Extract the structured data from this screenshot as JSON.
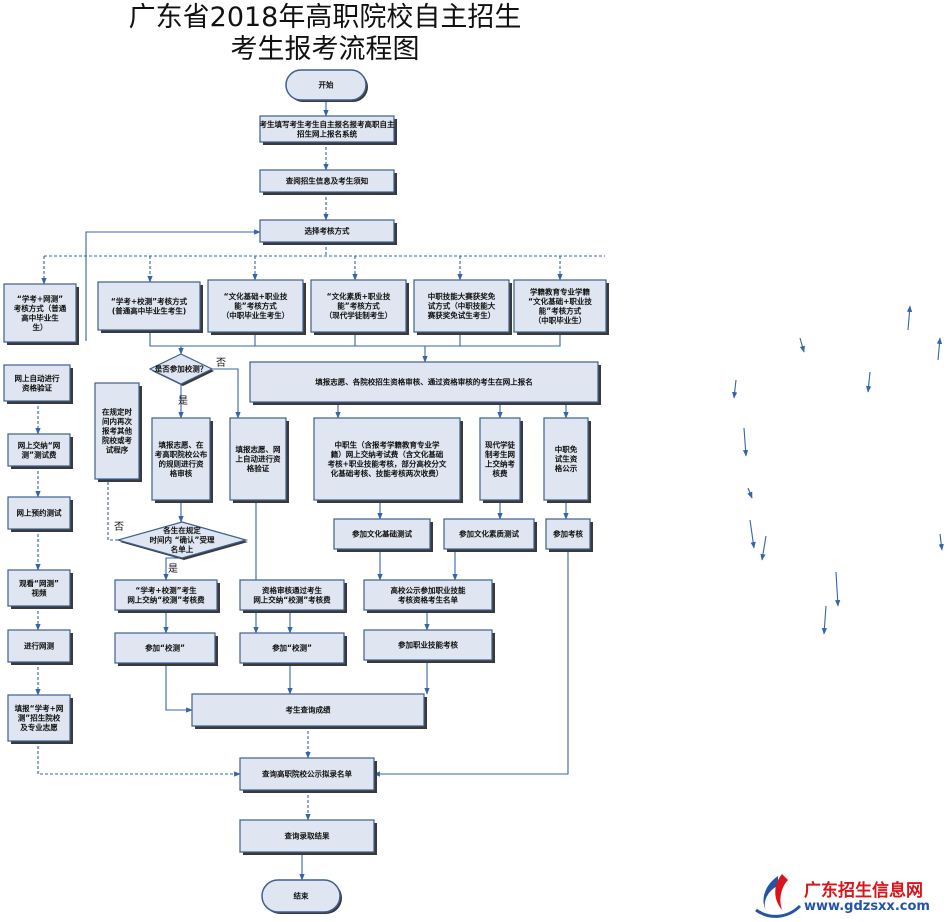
{
  "title": {
    "line1": "广东省2018年高职院校自主招生",
    "line2": "考生报考流程图"
  },
  "nodes": {
    "start": "开始",
    "register": [
      "考生填写考生考生自主报名报考高职自主",
      "招生网上报名系统"
    ],
    "check_info": "查阅招生信息及考生须知",
    "choose_method": "选择考核方式",
    "method_a": [
      "“学考+网测”",
      "考核方式（普通",
      "高中毕业生",
      "生）"
    ],
    "method_b": [
      "“学考+校测”考核方式",
      "(普通高中毕业生考生)"
    ],
    "method_c": [
      "“文化基础+职业技",
      "能”考核方式",
      "（中职毕业生考生）"
    ],
    "method_d": [
      "“文化素质+职业技",
      "能”考核方式",
      "（现代学徒制考生）"
    ],
    "method_e": [
      "中职技能大赛获奖免",
      "试方式（中职技能大",
      "赛获奖免试生考生）"
    ],
    "method_f": [
      "学籍教育专业学籍",
      "“文化基础+职业技",
      "能”考核方式",
      "（中职毕业生）"
    ],
    "a_review": [
      "网上自动进行",
      "资格验证"
    ],
    "a_apply": [
      "网上交纳“网",
      "测”测试费"
    ],
    "a_pretest": "网上预约测试",
    "a_watch": [
      "观看“网测”",
      "视频"
    ],
    "a_do": "进行网测",
    "a_fill": [
      "填报“学考+网",
      "测”招生院校",
      "及专业志愿"
    ],
    "b_verify": [
      "在规定时",
      "间内再次",
      "报考其他",
      "院校或考",
      "试程序"
    ],
    "b_decision": "是否参加校测？",
    "b_yes_box": [
      "填报志愿、在",
      "考高职院校公布",
      "的规则进行资",
      "格审核"
    ],
    "b_no_box": [
      "填报志愿、网",
      "上自动进行资",
      "格验证"
    ],
    "b_check2": [
      "各生在规定",
      "时间内 “确认”受理",
      "名单上"
    ],
    "b_pay": [
      "“学考+校测”考生",
      "网上交纳“校测”考核费"
    ],
    "b_pay2": [
      "资格审核通过考生",
      "网上交纳“校测”考核费"
    ],
    "b_attend1": "参加“校测”",
    "b_attend2": "参加“校测”",
    "big_review": "填报志愿、各院校招生资格审核、通过资格审核的考生在网上报名",
    "c_box": [
      "中职生（含报考学籍教育专业学",
      "籍）网上交纳考试费（含文化基础",
      "考核+职业技能考核，部分高校分文",
      "化基础考核、技能考核两次收费）"
    ],
    "d_box": [
      "现代学徒",
      "制考生网",
      "上交纳考",
      "核费"
    ],
    "e_box": [
      "中职免",
      "试生资",
      "格公示"
    ],
    "c_attend": "参加文化基础测试",
    "d_attend": "参加文化素质测试",
    "e_attend": "参加考核",
    "c_list": [
      "高校公示参加职业技能",
      "考核资格考生名单"
    ],
    "c_skill": "参加职业技能考核",
    "query_score": "考生查询成绩",
    "query_list": "查询高职院校公示拟录名单",
    "query_admit": "查询录取结果",
    "end": "结束"
  },
  "labels": {
    "yes": "是",
    "no": "否",
    "yes2": "是",
    "no2": "否"
  },
  "logo": {
    "name": "广东招生信息网",
    "url": "www.gdzsxx.com",
    "brand_red": "#d9141b",
    "brand_blue": "#2354a8"
  },
  "colors": {
    "node_fill": "#dfe6f1",
    "node_stroke": "#3f5f8f",
    "edge": "#3565a8"
  }
}
